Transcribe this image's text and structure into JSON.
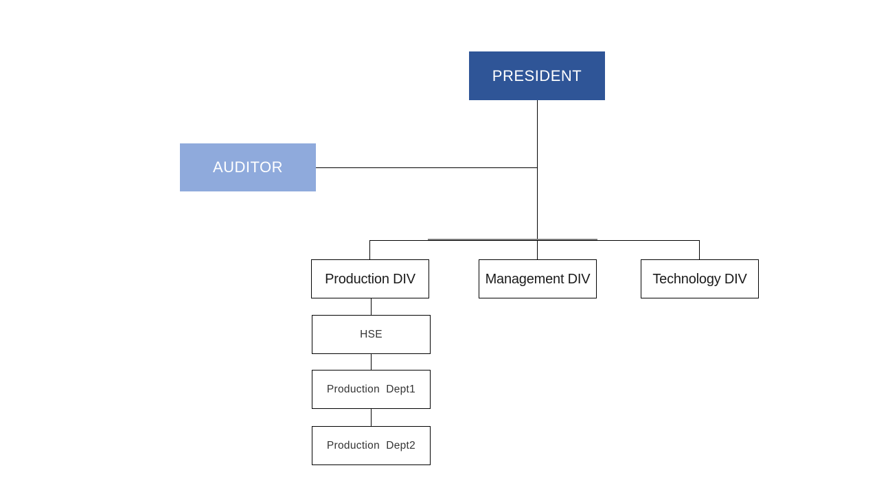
{
  "diagram": {
    "type": "org-chart",
    "nodes": {
      "president": {
        "label": "PRESIDENT",
        "level": "top",
        "fill": "#2F5597"
      },
      "auditor": {
        "label": "AUDITOR",
        "level": "staff",
        "fill": "#8FAADC"
      },
      "production_div": {
        "label": "Production DIV",
        "level": "division"
      },
      "management_div": {
        "label": "Management DIV",
        "level": "division"
      },
      "technology_div": {
        "label": "Technology DIV",
        "level": "division"
      },
      "hse": {
        "label": "HSE",
        "level": "department"
      },
      "production_dept1": {
        "label": "Production  Dept1",
        "level": "department"
      },
      "production_dept2": {
        "label": "Production  Dept2",
        "level": "department"
      }
    },
    "edges": [
      {
        "from": "president",
        "to": "production_div"
      },
      {
        "from": "president",
        "to": "management_div"
      },
      {
        "from": "president",
        "to": "technology_div"
      },
      {
        "from": "president",
        "to": "auditor",
        "style": "staff-branch"
      },
      {
        "from": "production_div",
        "to": "hse"
      },
      {
        "from": "hse",
        "to": "production_dept1"
      },
      {
        "from": "production_dept1",
        "to": "production_dept2"
      }
    ]
  },
  "colors": {
    "president_fill": "#2F5597",
    "auditor_fill": "#8FAADC",
    "node_fill": "#FFFFFF",
    "node_border": "#000000",
    "line": "#000000",
    "line_secondary": "#808080",
    "text_on_fill": "#FFFFFF",
    "text_primary": "#1A1A1A",
    "text_secondary": "#333333"
  }
}
